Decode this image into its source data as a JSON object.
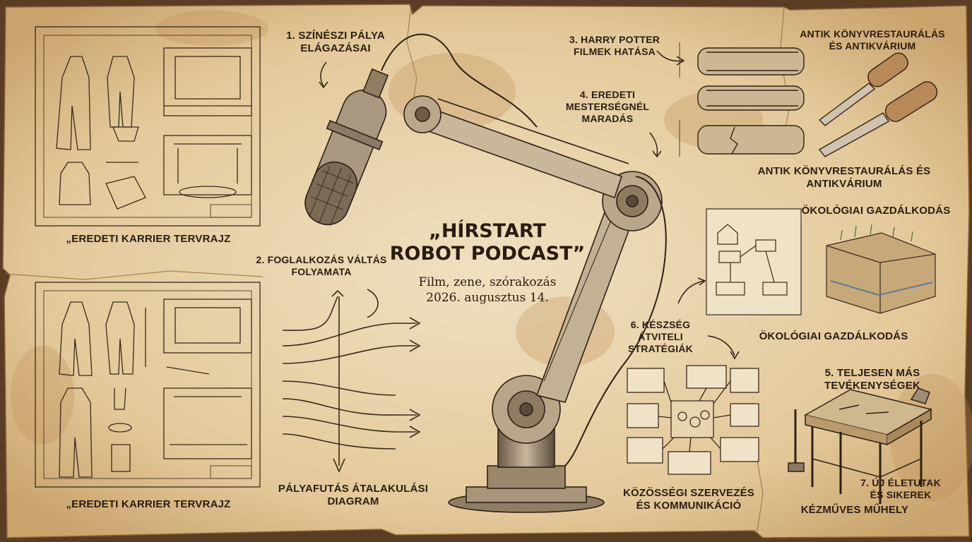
{
  "title": {
    "line1": "„HÍRSTART",
    "line2": "ROBOT PODCAST”"
  },
  "subtitle": {
    "line1": "Film, zene, szórakozás",
    "line2": "2026. augusztus 14."
  },
  "labels": {
    "career_blueprint_top": "„Eredeti karrier tervrajz",
    "career_blueprint_bottom": "„Eredeti karrier tervrajz",
    "acting_branches": [
      "1. Színészi pálya",
      "elágazásai"
    ],
    "occupation_change": [
      "2. Foglalkozás váltás",
      "folyamata"
    ],
    "career_diagram": [
      "Pályafutás átalakulási",
      "diagram"
    ],
    "harry_potter": [
      "3. Harry Potter",
      "filmek hatása"
    ],
    "antique_top": [
      "Antik könyvrestaurálás",
      "és antikvárium"
    ],
    "stay_craft": [
      "4. Eredeti",
      "mesterségnél",
      "maradás"
    ],
    "antique_middle": [
      "Antik könyvrestaurálás és",
      "antikvárium"
    ],
    "eco_top": "Ökológiai gazdálkodás",
    "eco_bottom": "Ökológiai gazdálkodás",
    "skill_transfer": [
      "6. Készség",
      "átviteli",
      "stratégiák"
    ],
    "community": [
      "Közösségi szervezés",
      "és kommunikáció"
    ],
    "different_activities": [
      "5. Teljesen más",
      "tevékenységek"
    ],
    "new_paths": [
      "7. Új életutak",
      "és sikerek"
    ],
    "craft_workshop": "Kézműves műhely"
  },
  "colors": {
    "parchment": "#e9d6b0",
    "ink": "#2b1d10",
    "stain": "#c99a5e"
  }
}
